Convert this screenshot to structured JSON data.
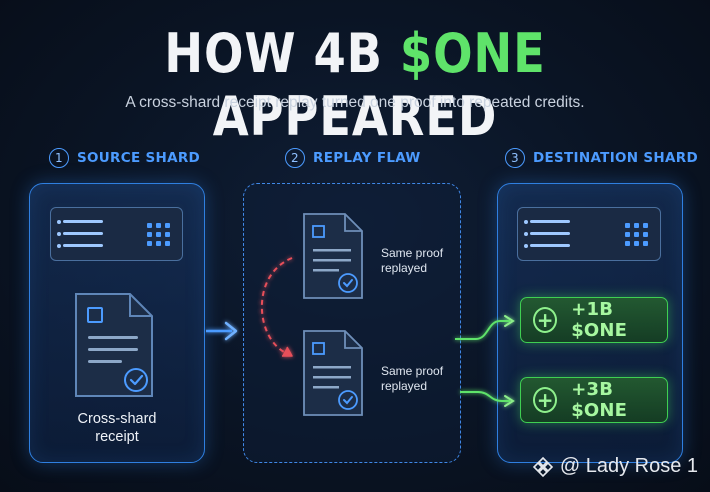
{
  "title": {
    "part1": "HOW 4B ",
    "highlight": "$ONE",
    "part2": " APPEARED"
  },
  "subtitle": "A cross-shard receipt replay turned one proof into repeated credits.",
  "steps": [
    {
      "num": "1",
      "label": "SOURCE SHARD"
    },
    {
      "num": "2",
      "label": "REPLAY FLAW"
    },
    {
      "num": "3",
      "label": "DESTINATION SHARD"
    }
  ],
  "source": {
    "receipt_line1": "Cross-shard",
    "receipt_line2": "receipt"
  },
  "flaw": {
    "doc1_line1": "Same proof",
    "doc1_line2": "replayed",
    "doc2_line1": "Same proof",
    "doc2_line2": "replayed"
  },
  "destination": {
    "credits": [
      {
        "amount": "+1B $ONE"
      },
      {
        "amount": "+3B $ONE"
      }
    ]
  },
  "watermark": "@ Lady Rose 1",
  "colors": {
    "accent_blue": "#4c9bff",
    "accent_green": "#5fe36a",
    "replay_red": "#e8505a"
  }
}
